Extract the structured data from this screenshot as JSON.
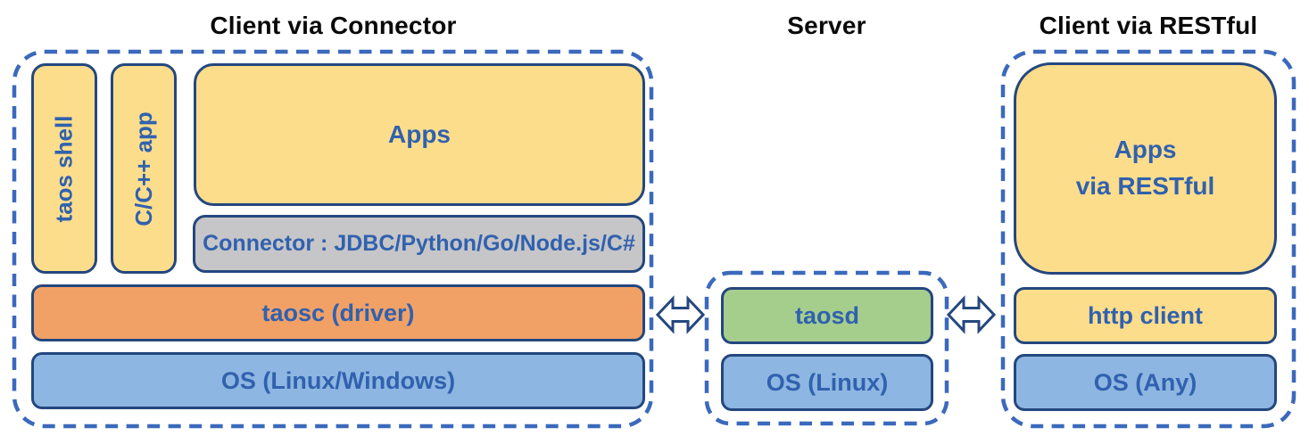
{
  "colors": {
    "box_border": "#24477e",
    "dashed_outline": "#3b69bc",
    "label_text": "#3161ae",
    "title_text": "#0a0a0a",
    "yellow_fill": "#fcdd8c",
    "orange_fill": "#f2a166",
    "blue_fill": "#8db6e2",
    "green_fill": "#a5ce8d",
    "gray_fill": "#c6c6c8"
  },
  "sections": {
    "client_connector": {
      "title": "Client via Connector",
      "taos_shell": "taos shell",
      "cpp_app": "C/C++ app",
      "apps": "Apps",
      "connector": "Connector : JDBC/Python/Go/Node.js/C#",
      "taosc": "taosc (driver)",
      "os": "OS (Linux/Windows)"
    },
    "server": {
      "title": "Server",
      "taosd": "taosd",
      "os": "OS (Linux)"
    },
    "client_restful": {
      "title": "Client via RESTful",
      "apps": "Apps\nvia RESTful",
      "http_client": "http client",
      "os": "OS (Any)"
    }
  },
  "icons": {
    "left_link": "bidirectional-arrow",
    "right_link": "bidirectional-arrow"
  }
}
